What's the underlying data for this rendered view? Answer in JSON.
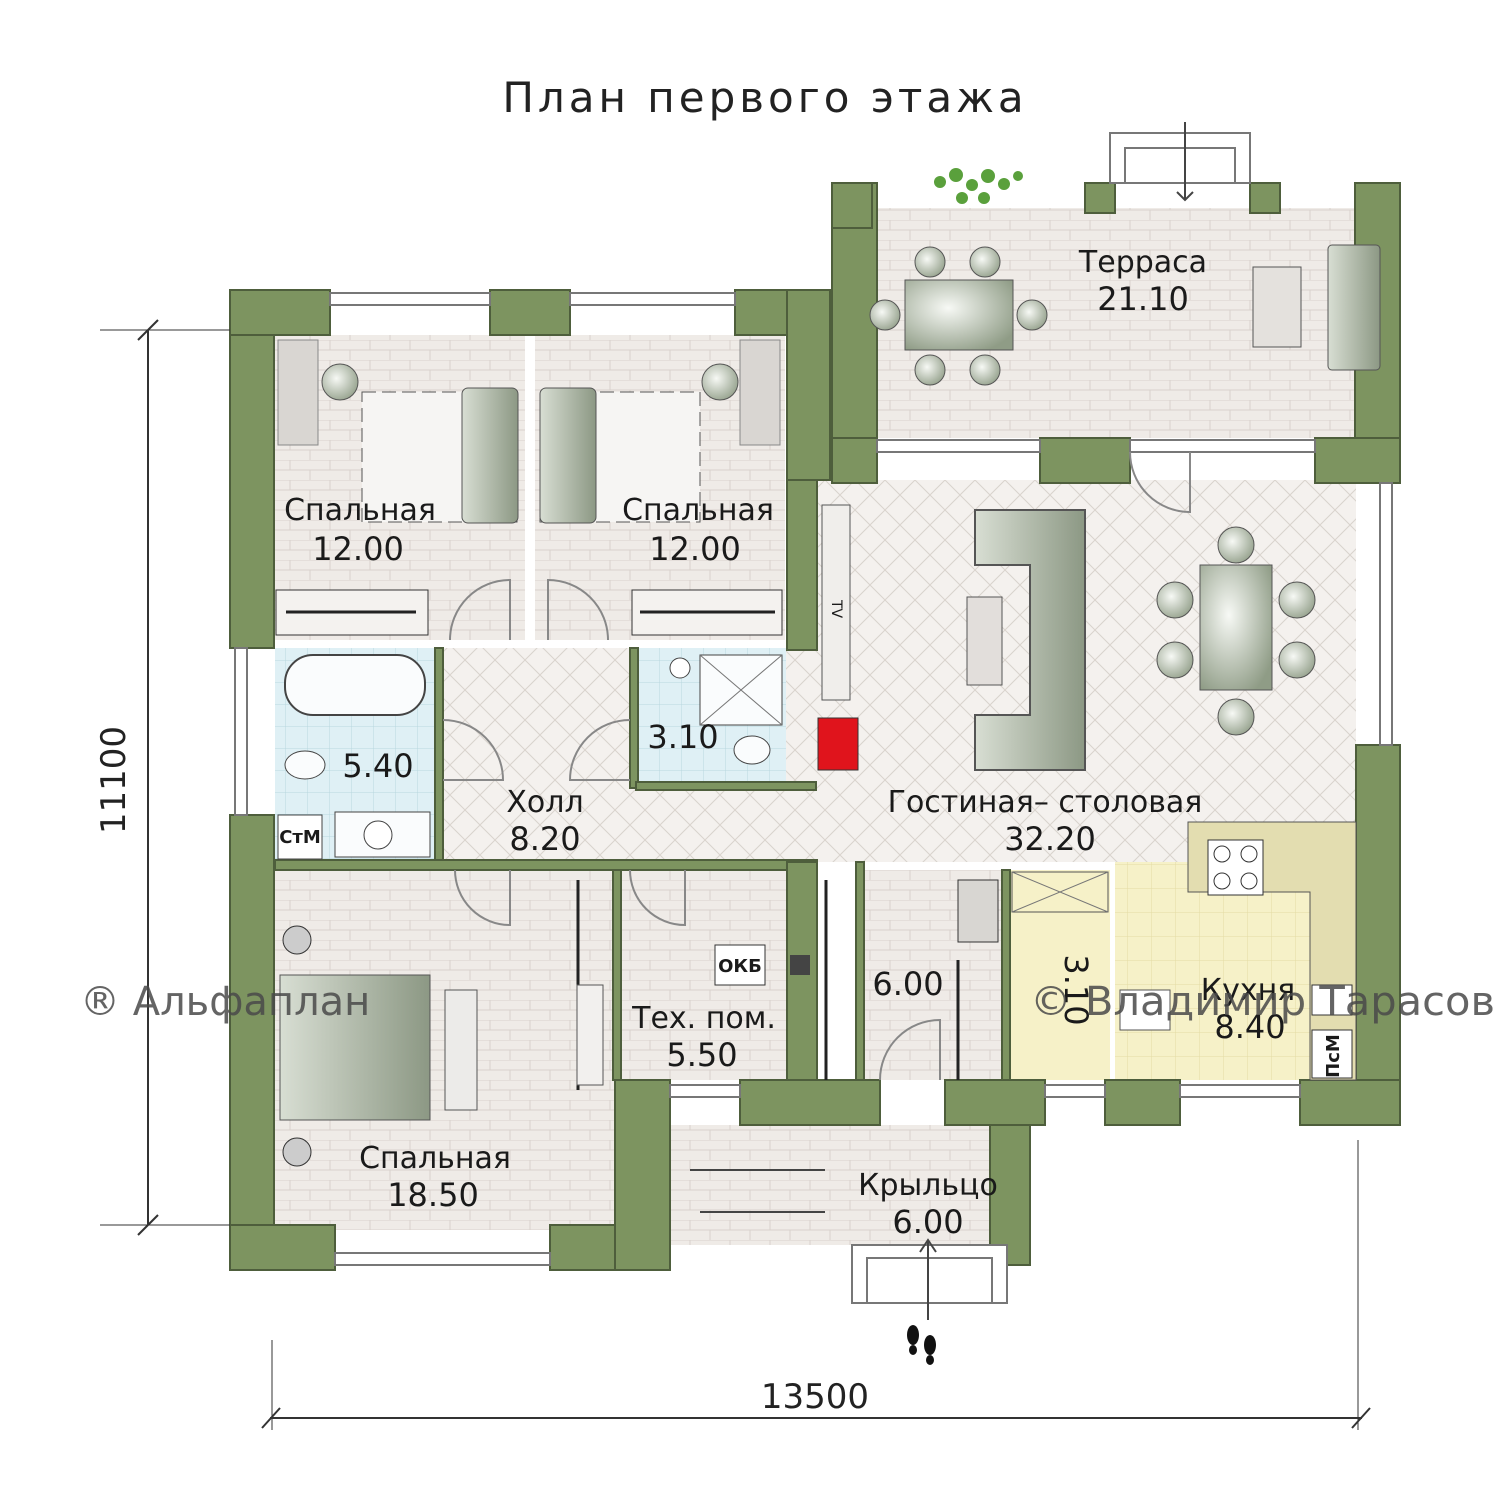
{
  "title": "План первого этажа",
  "rooms": {
    "bedroom_nw": {
      "name": "Спальная",
      "area": "12.00"
    },
    "bedroom_nc": {
      "name": "Спальная",
      "area": "12.00"
    },
    "terrace": {
      "name": "Терраса",
      "area": "21.10"
    },
    "bathroom": {
      "area": "5.40",
      "tag": "СтМ"
    },
    "wc": {
      "area": "3.10"
    },
    "hall": {
      "name": "Холл",
      "area": "8.20"
    },
    "living": {
      "name": "Гостиная– столовая",
      "area": "32.20"
    },
    "bedroom_s": {
      "name": "Спальная",
      "area": "18.50"
    },
    "tech": {
      "name": "Тех. пом.",
      "area": "5.50",
      "tag": "ОКБ"
    },
    "wardrobe": {
      "area": "6.00"
    },
    "pantry": {
      "area": "3.10"
    },
    "kitchen": {
      "name": "Кухня",
      "area": "8.40",
      "tag": "ПсМ"
    },
    "porch": {
      "name": "Крыльцо",
      "area": "6.00"
    }
  },
  "tv_label": "TV",
  "dimensions": {
    "width": "13500",
    "height": "11100"
  },
  "watermarks": {
    "left": "® Альфаплан",
    "right": "© Владимир Тарасов"
  },
  "colors": {
    "wall": "#7d9460",
    "wall_edge": "#4e5e3c",
    "floor": "#efebe7",
    "bath": "#dff0f5",
    "kitchen": "#f6f1c8",
    "furniture": "#b9c4b1",
    "fireplace": "#e0141c"
  }
}
